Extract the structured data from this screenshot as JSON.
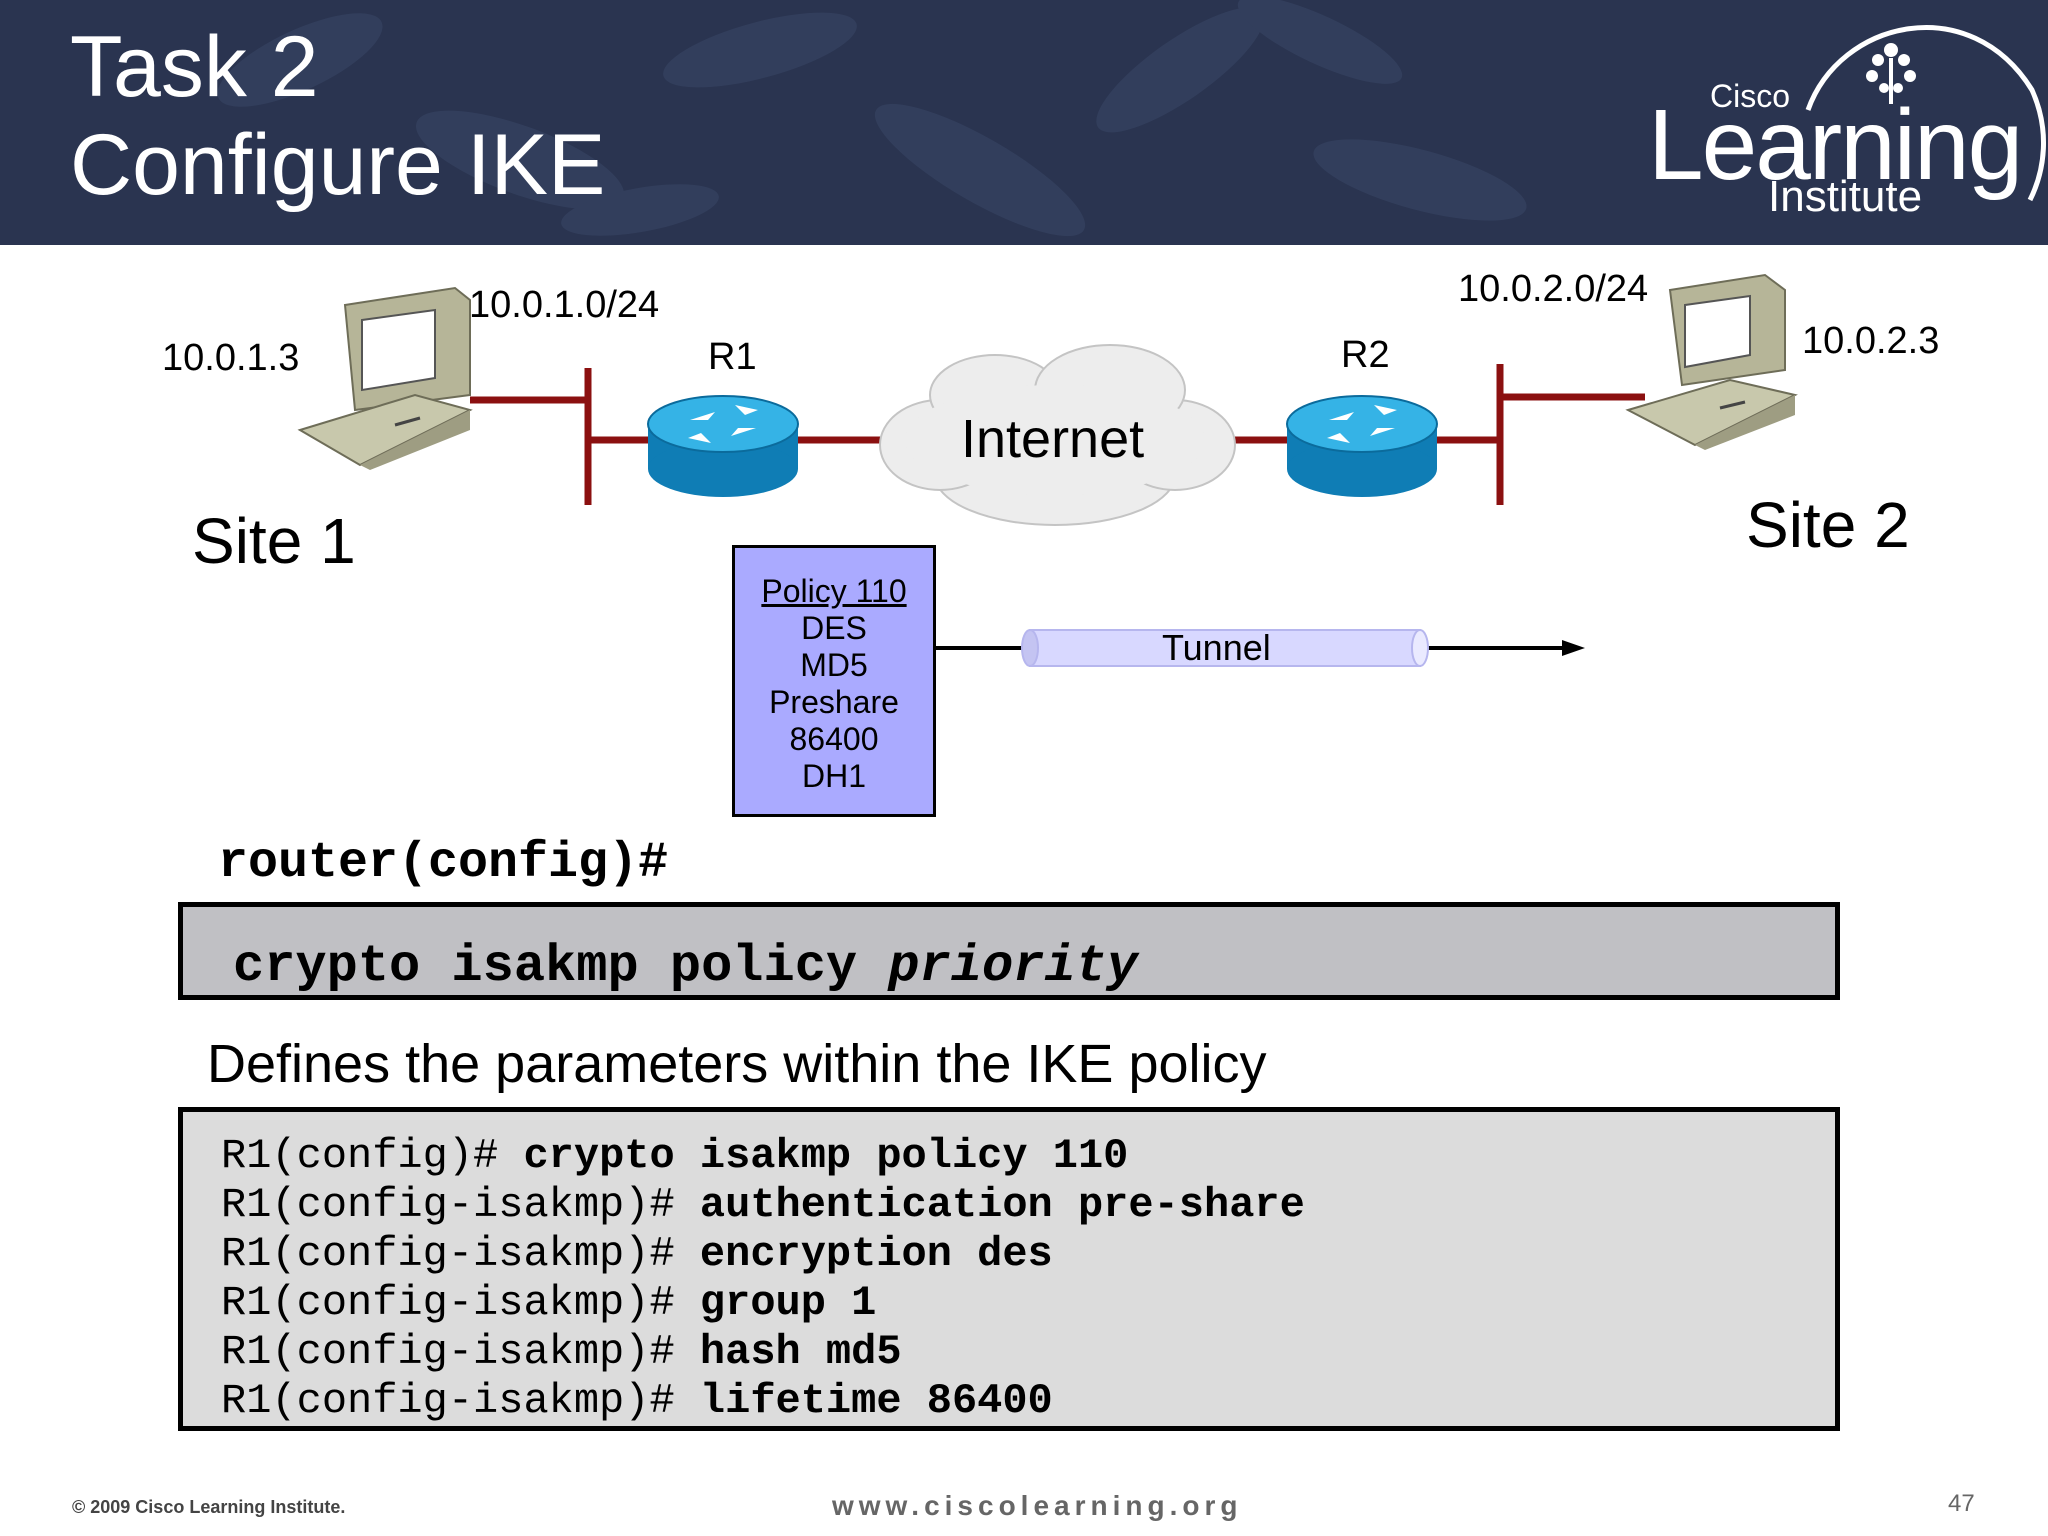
{
  "header": {
    "title_line1": "Task 2",
    "title_line2": "Configure IKE",
    "logo": {
      "cisco": "Cisco",
      "learning": "Learning",
      "institute": "Institute"
    }
  },
  "diagram": {
    "pc1_ip": "10.0.1.3",
    "net1": "10.0.1.0/24",
    "r1": "R1",
    "internet": "Internet",
    "r2": "R2",
    "net2": "10.0.2.0/24",
    "pc2_ip": "10.0.2.3",
    "site1": "Site 1",
    "site2": "Site 2",
    "policy": {
      "title": "Policy 110",
      "lines": [
        "DES",
        "MD5",
        "Preshare",
        "86400",
        "DH1"
      ]
    },
    "tunnel": "Tunnel"
  },
  "syntax": {
    "prompt": "router(config)#",
    "command": "crypto isakmp policy",
    "argument": "priority"
  },
  "description": "Defines the parameters within the IKE policy",
  "example": [
    {
      "prompt": "R1(config)#",
      "cmd": "crypto isakmp policy 110"
    },
    {
      "prompt": "R1(config-isakmp)#",
      "cmd": "authentication pre-share"
    },
    {
      "prompt": "R1(config-isakmp)#",
      "cmd": "encryption des"
    },
    {
      "prompt": "R1(config-isakmp)#",
      "cmd": "group 1"
    },
    {
      "prompt": "R1(config-isakmp)#",
      "cmd": "hash md5"
    },
    {
      "prompt": "R1(config-isakmp)#",
      "cmd": "lifetime 86400"
    }
  ],
  "footer": {
    "copyright": "© 2009 Cisco Learning Institute.",
    "url": "www.ciscolearning.org",
    "page": "47"
  },
  "colors": {
    "header_bg": "#2a3450",
    "link_red": "#8b1010",
    "router_blue": "#1e9fd6",
    "policy_fill": "#aaaaff",
    "tunnel_fill": "#d8d8ff",
    "syntax_bg": "#c0c0c4",
    "code_bg": "#dcdcdc"
  }
}
